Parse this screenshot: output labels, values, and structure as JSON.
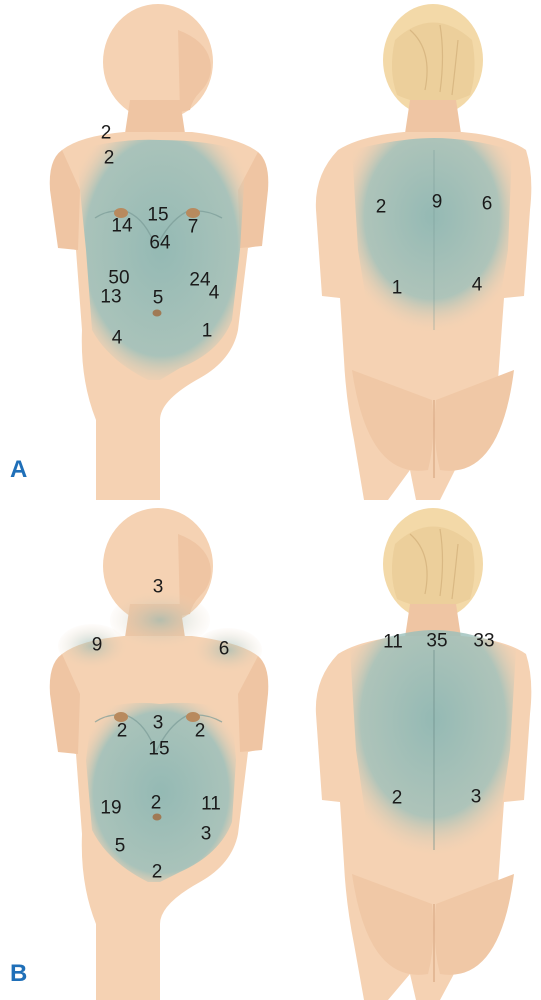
{
  "colors": {
    "skin": "#f5d2b3",
    "skin_shadow": "#e8b894",
    "pain": "#8fb8b4",
    "hair": "#f3d9a8",
    "areola": "#b88a5e",
    "letter": "#1f6fb8"
  },
  "panels": [
    {
      "letter": "A",
      "front": [
        {
          "id": "f1",
          "value": "2"
        },
        {
          "id": "f2",
          "value": "2"
        },
        {
          "id": "f3",
          "value": "14"
        },
        {
          "id": "f4",
          "value": "15"
        },
        {
          "id": "f5",
          "value": "7"
        },
        {
          "id": "f6",
          "value": "64"
        },
        {
          "id": "f7",
          "value": "50"
        },
        {
          "id": "f8",
          "value": "24"
        },
        {
          "id": "f9",
          "value": "13"
        },
        {
          "id": "f10",
          "value": "5"
        },
        {
          "id": "f11",
          "value": "4"
        },
        {
          "id": "f12",
          "value": "4"
        },
        {
          "id": "f13",
          "value": "1"
        }
      ],
      "back": [
        {
          "id": "b1",
          "value": "2"
        },
        {
          "id": "b2",
          "value": "9"
        },
        {
          "id": "b3",
          "value": "6"
        },
        {
          "id": "b4",
          "value": "1"
        },
        {
          "id": "b5",
          "value": "4"
        }
      ]
    },
    {
      "letter": "B",
      "front": [
        {
          "id": "f1",
          "value": "3"
        },
        {
          "id": "f2",
          "value": "9"
        },
        {
          "id": "f3",
          "value": "6"
        },
        {
          "id": "f4",
          "value": "2"
        },
        {
          "id": "f5",
          "value": "3"
        },
        {
          "id": "f6",
          "value": "2"
        },
        {
          "id": "f7",
          "value": "15"
        },
        {
          "id": "f8",
          "value": "19"
        },
        {
          "id": "f9",
          "value": "2"
        },
        {
          "id": "f10",
          "value": "11"
        },
        {
          "id": "f11",
          "value": "5"
        },
        {
          "id": "f12",
          "value": "3"
        },
        {
          "id": "f13",
          "value": "2"
        }
      ],
      "back": [
        {
          "id": "b1",
          "value": "11"
        },
        {
          "id": "b2",
          "value": "35"
        },
        {
          "id": "b3",
          "value": "33"
        },
        {
          "id": "b4",
          "value": "2"
        },
        {
          "id": "b5",
          "value": "3"
        }
      ]
    }
  ]
}
